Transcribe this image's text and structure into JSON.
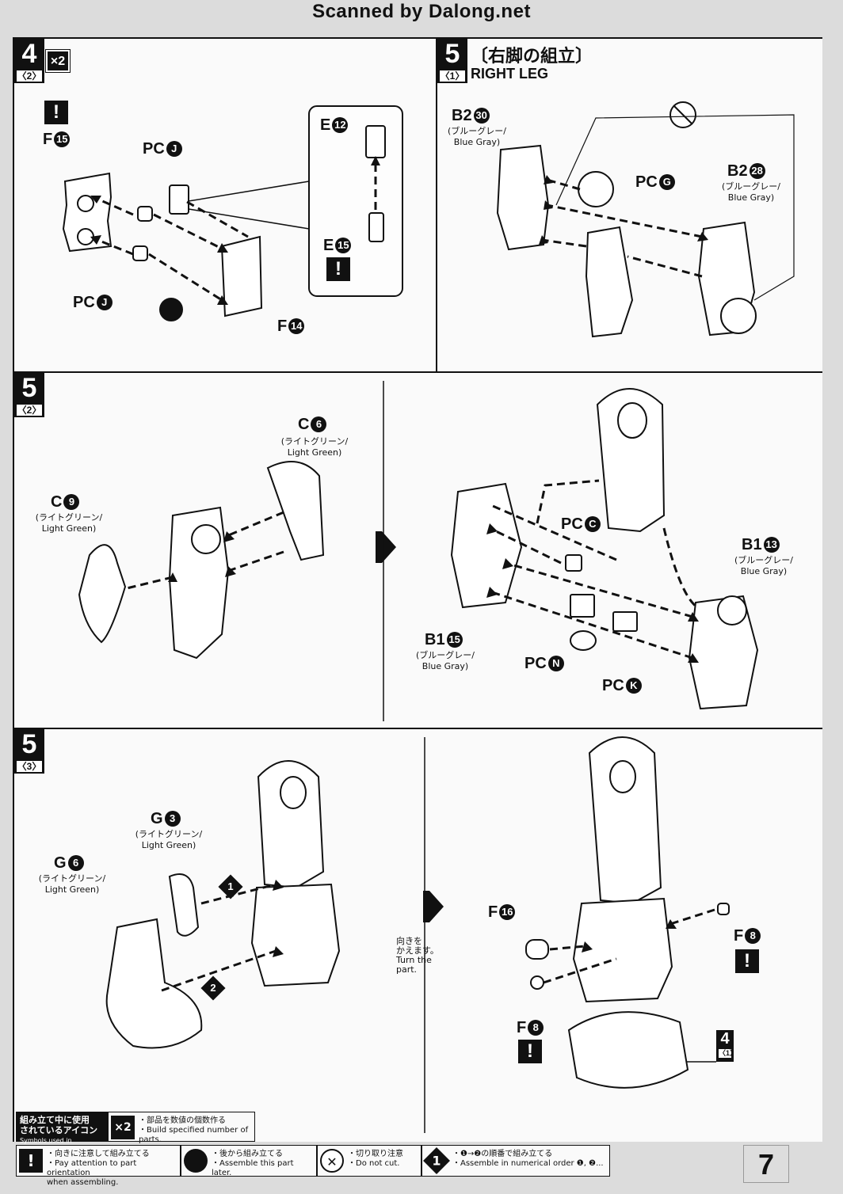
{
  "scan_credit": "Scanned by Dalong.net",
  "page_number": "7",
  "step4": {
    "number": "4",
    "sub": "〈2〉",
    "multiplier": "×2",
    "labels": {
      "f15": {
        "letter": "F",
        "num": "15"
      },
      "pcj_top": {
        "letter": "PC",
        "num": "J"
      },
      "pcj_bottom": {
        "letter": "PC",
        "num": "J"
      },
      "f14": {
        "letter": "F",
        "num": "14"
      },
      "e12": {
        "letter": "E",
        "num": "12"
      },
      "e15": {
        "letter": "E",
        "num": "15"
      }
    }
  },
  "step5_1": {
    "number": "5",
    "sub": "〈1〉",
    "title_jp": "〔右脚の組立〕",
    "title_en": "RIGHT LEG",
    "labels": {
      "b230": {
        "letter": "B2",
        "num": "30",
        "color_jp": "(ブルーグレー/",
        "color_en": "Blue Gray)"
      },
      "b228": {
        "letter": "B2",
        "num": "28",
        "color_jp": "(ブルーグレー/",
        "color_en": "Blue Gray)"
      },
      "pcg": {
        "letter": "PC",
        "num": "G"
      }
    }
  },
  "step5_2": {
    "number": "5",
    "sub": "〈2〉",
    "labels": {
      "c6": {
        "letter": "C",
        "num": "6",
        "color_jp": "(ライトグリーン/",
        "color_en": "Light Green)"
      },
      "c9": {
        "letter": "C",
        "num": "9",
        "color_jp": "(ライトグリーン/",
        "color_en": "Light Green)"
      },
      "pcc": {
        "letter": "PC",
        "num": "C"
      },
      "b113": {
        "letter": "B1",
        "num": "13",
        "color_jp": "(ブルーグレー/",
        "color_en": "Blue Gray)"
      },
      "b115": {
        "letter": "B1",
        "num": "15",
        "color_jp": "(ブルーグレー/",
        "color_en": "Blue Gray)"
      },
      "pcn": {
        "letter": "PC",
        "num": "N"
      },
      "pck": {
        "letter": "PC",
        "num": "K"
      }
    }
  },
  "step5_3": {
    "number": "5",
    "sub": "〈3〉",
    "labels": {
      "g3": {
        "letter": "G",
        "num": "3",
        "color_jp": "(ライトグリーン/",
        "color_en": "Light Green)"
      },
      "g6": {
        "letter": "G",
        "num": "6",
        "color_jp": "(ライトグリーン/",
        "color_en": "Light Green)"
      },
      "f16": {
        "letter": "F",
        "num": "16"
      },
      "f8_right": {
        "letter": "F",
        "num": "8"
      },
      "f8_left": {
        "letter": "F",
        "num": "8"
      }
    },
    "order1": "1",
    "order2": "2",
    "turn_jp1": "向きを",
    "turn_jp2": "かえます。",
    "turn_en1": "Turn the",
    "turn_en2": "part.",
    "ref_step": "4",
    "ref_sub": "〈1〉"
  },
  "legend": {
    "head_jp1": "組み立て中に使用",
    "head_jp2": "されているアイコン",
    "head_en": "Symbols used in instructions",
    "x2_icon": "×2",
    "x2_jp": "・部品を数値の個数作る",
    "x2_en": "・Build specified number of parts.",
    "warn_jp": "・向きに注意して組み立てる",
    "warn_en1": "・Pay attention to part orientation",
    "warn_en2": "when assembling.",
    "later_jp": "・後から組み立てる",
    "later_en": "・Assemble this part later.",
    "nocut_jp": "・切り取り注意",
    "nocut_en": "・Do not cut.",
    "order_jp": "・❶→❷の順番で組み立てる",
    "order_en": "・Assemble in numerical order ❶, ❷..."
  }
}
